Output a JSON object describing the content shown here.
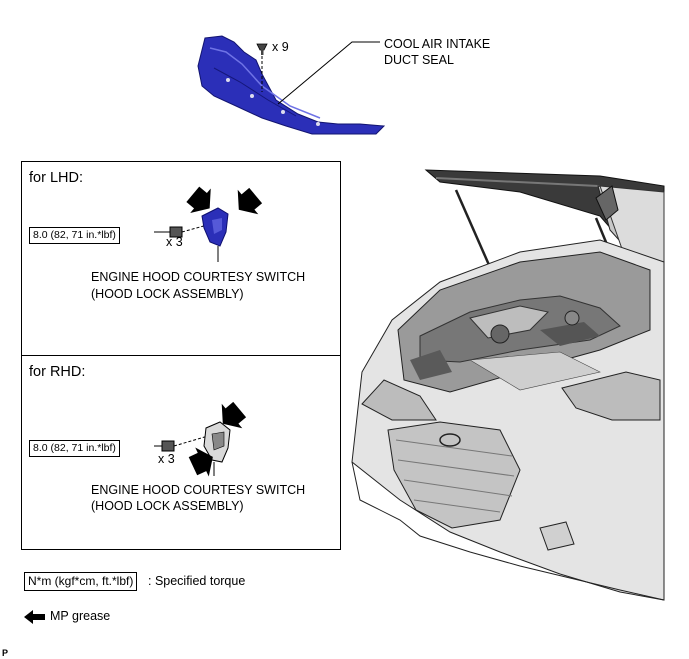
{
  "top_callout": {
    "quantity": "x 9",
    "label_line1": "COOL AIR INTAKE",
    "label_line2": "DUCT SEAL"
  },
  "lhd_panel": {
    "title": "for LHD:",
    "torque": "8.0 (82, 71 in.*lbf)",
    "quantity": "x 3",
    "label_line1": "ENGINE HOOD COURTESY SWITCH",
    "label_line2": "(HOOD LOCK ASSEMBLY)"
  },
  "rhd_panel": {
    "title": "for RHD:",
    "torque": "8.0 (82, 71 in.*lbf)",
    "quantity": "x 3",
    "label_line1": "ENGINE HOOD COURTESY SWITCH",
    "label_line2": "(HOOD LOCK ASSEMBLY)"
  },
  "legend": {
    "torque_unit": "N*m (kgf*cm, ft.*lbf)",
    "torque_desc": ": Specified torque",
    "grease_label": "MP grease"
  },
  "corner_mark": "P",
  "colors": {
    "duct_seal": "#2b2fb8",
    "ink": "#000000",
    "car_grey": "#9a9a9a"
  }
}
